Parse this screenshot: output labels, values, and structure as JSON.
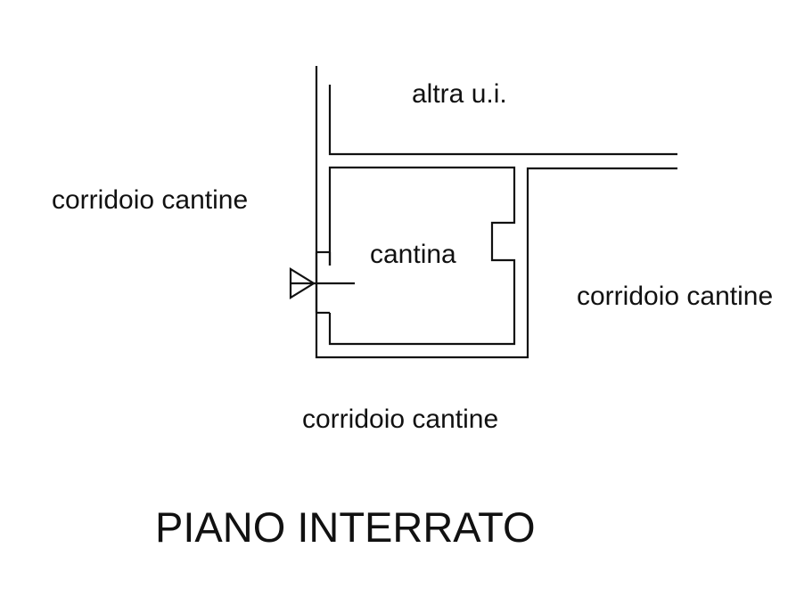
{
  "labels": {
    "neighbor_unit": "altra u.i.",
    "corridor_left": "corridoio cantine",
    "cellar": "cantina",
    "corridor_right": "corridoio cantine",
    "corridor_bottom": "corridoio cantine"
  },
  "title": "PIANO INTERRATO"
}
